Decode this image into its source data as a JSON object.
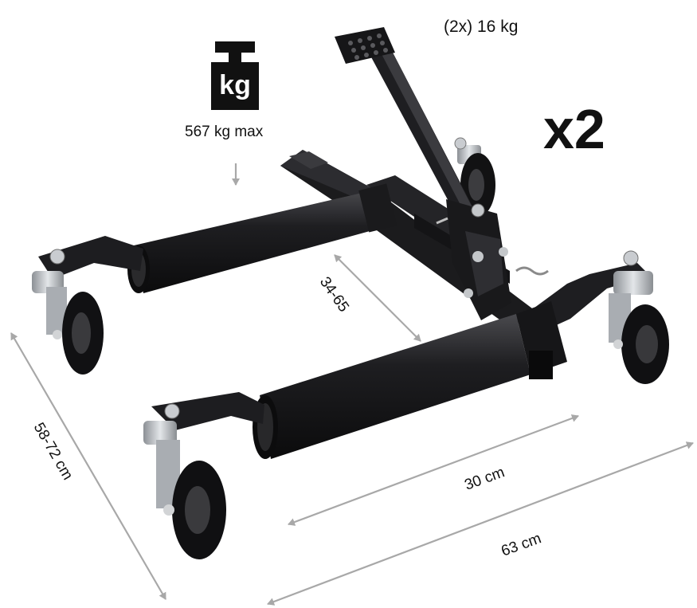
{
  "product": {
    "weight_label": "(2x) 16 kg",
    "quantity_label": "x2",
    "weight_icon_text": "kg",
    "max_load_label": "567 kg max"
  },
  "dimensions": {
    "arm_gap": "34-65",
    "depth": "58-72 cm",
    "arm_length": "30 cm",
    "width": "63 cm"
  },
  "colors": {
    "frame": "#1c1c1e",
    "wheel": "#111111",
    "caster": "#b8bcc0",
    "dimension_line": "#a8a8a8"
  }
}
